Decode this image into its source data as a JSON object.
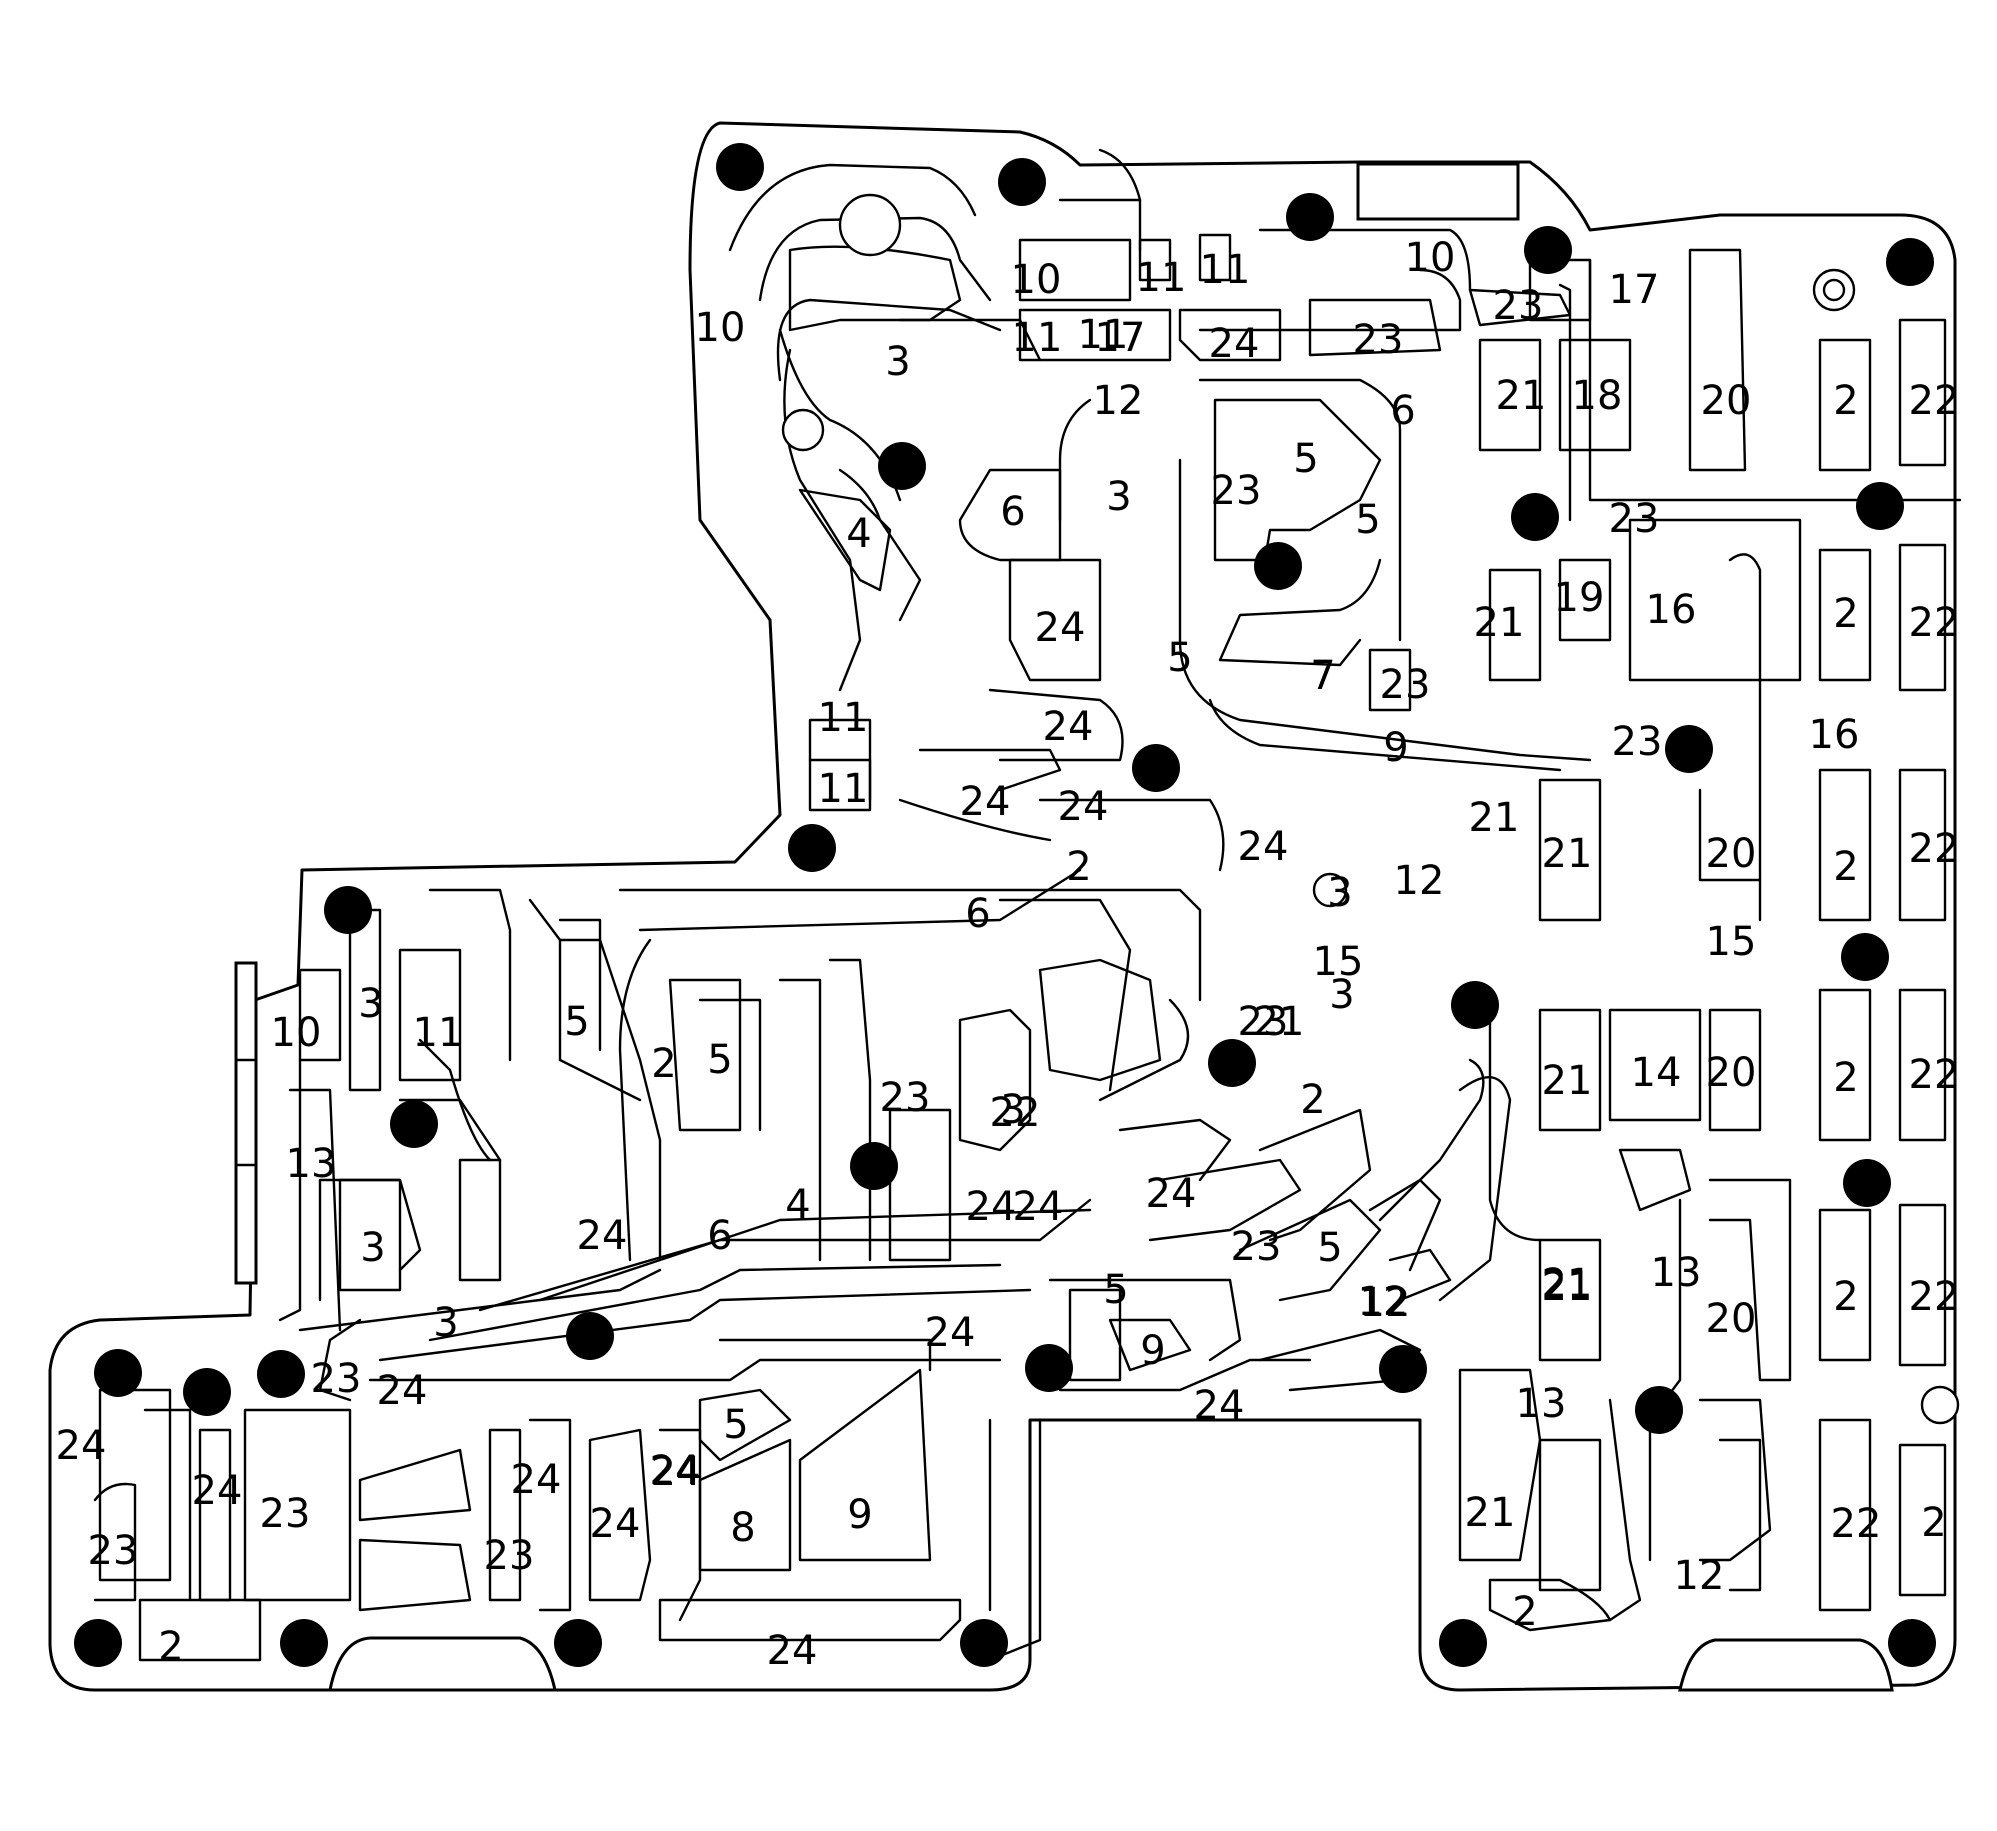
{
  "diagram": {
    "callouts": [
      "10",
      "11",
      "11",
      "11",
      "11",
      "10",
      "3",
      "17",
      "24",
      "23",
      "23",
      "17",
      "21",
      "18",
      "20",
      "2",
      "22",
      "12",
      "6",
      "5",
      "23",
      "5",
      "3",
      "6",
      "4",
      "24",
      "5",
      "7",
      "23",
      "23",
      "16",
      "21",
      "19",
      "2",
      "22",
      "10",
      "24",
      "11",
      "9",
      "11",
      "23",
      "16",
      "24",
      "21",
      "24",
      "24",
      "2",
      "3",
      "12",
      "21",
      "20",
      "2",
      "22",
      "6",
      "3",
      "15",
      "15",
      "3",
      "11",
      "10",
      "5",
      "2",
      "5",
      "21",
      "2",
      "13",
      "23",
      "3",
      "22",
      "21",
      "14",
      "20",
      "2",
      "22",
      "4",
      "23",
      "24",
      "24",
      "3",
      "6",
      "24",
      "23",
      "5",
      "21",
      "13",
      "12",
      "21",
      "20",
      "2",
      "22",
      "3",
      "24",
      "24",
      "23",
      "5",
      "9",
      "12",
      "13",
      "24",
      "24",
      "24",
      "23",
      "24",
      "5",
      "24",
      "8",
      "9",
      "24",
      "24",
      "24",
      "23",
      "23",
      "2",
      "21",
      "12",
      "2",
      "22",
      "2",
      "24"
    ]
  }
}
